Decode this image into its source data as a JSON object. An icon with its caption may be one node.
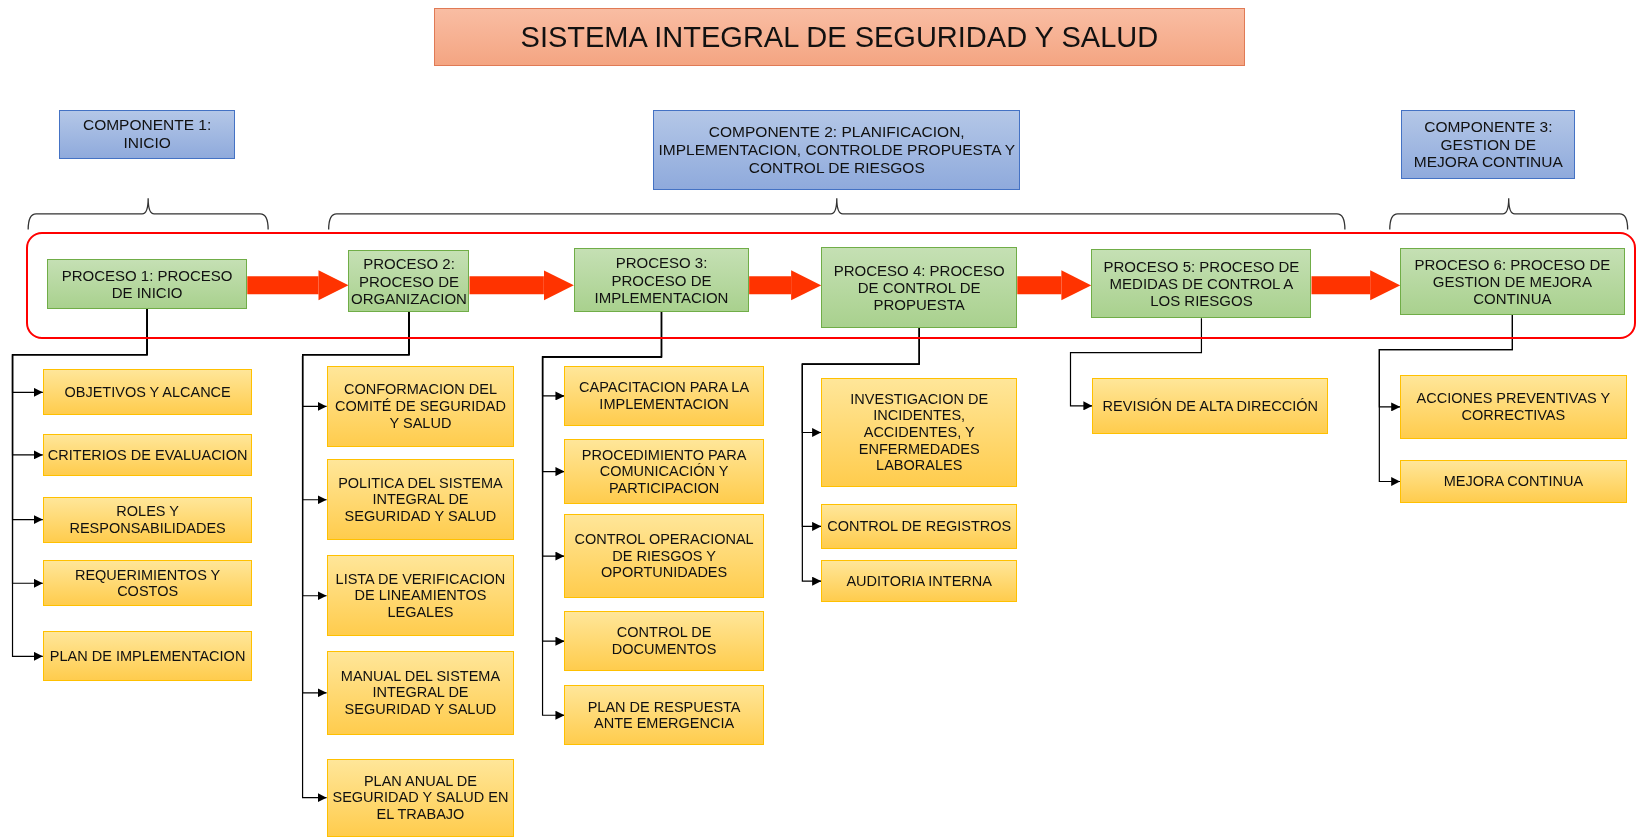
{
  "diagram": {
    "title": "SISTEMA INTEGRAL DE SEGURIDAD Y SALUD",
    "nodes": [
      {
        "text": [
          "COMPONENTE 1: INICIO"
        ]
      },
      {
        "text": [
          "COMPONENTE 2: PLANIFICACION, IMPLEMENTACION, CONTROLDE PROPUESTA Y CONTROL DE RIESGOS"
        ]
      },
      {
        "text": [
          "COMPONENTE 3: GESTION DE MEJORA CONTINUA"
        ]
      },
      {
        "text": [],
        "shape": "box"
      },
      {
        "text": [
          "PROCESO 1: PROCESO DE INICIO"
        ],
        "in": 3
      },
      {
        "text": [
          "PROCESO 2: PROCESO DE ORGANIZACION"
        ],
        "in": 3
      },
      {
        "text": [
          "PROCESO 3: PROCESO DE IMPLEMENTACION"
        ],
        "in": 3
      },
      {
        "text": [
          "PROCESO 4: PROCESO DE CONTROL DE PROPUESTA"
        ],
        "in": 3
      },
      {
        "text": [
          "PROCESO 5: PROCESO DE MEDIDAS DE CONTROL A LOS RIESGOS"
        ],
        "in": 3
      },
      {
        "text": [
          "PROCESO 6: PROCESO DE GESTION DE MEJORA CONTINUA"
        ],
        "in": 3
      },
      {
        "text": [
          "OBJETIVOS Y ALCANCE"
        ]
      },
      {
        "text": [
          "CRITERIOS DE EVALUACION"
        ]
      },
      {
        "text": [
          "ROLES Y RESPONSABILIDADES"
        ]
      },
      {
        "text": [
          "REQUERIMIENTOS Y COSTOS"
        ]
      },
      {
        "text": [
          "PLAN DE IMPLEMENTACION"
        ]
      },
      {
        "text": [
          "CONFORMACION DEL COMITÉ DE SEGURIDAD Y SALUD"
        ]
      },
      {
        "text": [
          "POLITICA DEL SISTEMA INTEGRAL DE SEGURIDAD Y SALUD"
        ]
      },
      {
        "text": [
          "LISTA DE VERIFICACION DE LINEAMIENTOS LEGALES"
        ]
      },
      {
        "text": [
          "MANUAL DEL SISTEMA INTEGRAL DE SEGURIDAD Y SALUD"
        ]
      },
      {
        "text": [
          "PLAN ANUAL DE SEGURIDAD Y SALUD EN EL TRABAJO"
        ]
      },
      {
        "text": [
          "CAPACITACION PARA LA IMPLEMENTACION"
        ]
      },
      {
        "text": [
          "PROCEDIMIENTO PARA COMUNICACIÓN Y PARTICIPACION"
        ]
      },
      {
        "text": [
          "CONTROL OPERACIONAL DE RIESGOS Y OPORTUNIDADES"
        ]
      },
      {
        "text": [
          "CONTROL DE DOCUMENTOS"
        ]
      },
      {
        "text": [
          "PLAN DE RESPUESTA ANTE EMERGENCIA"
        ]
      },
      {
        "text": [
          "INVESTIGACION DE INCIDENTES, ACCIDENTES, Y ENFERMEDADES LABORALES"
        ]
      },
      {
        "text": [
          "CONTROL DE REGISTROS"
        ]
      },
      {
        "text": [
          "AUDITORIA INTERNA"
        ]
      },
      {
        "text": [
          "REVISIÓN DE ALTA DIRECCIÓN"
        ]
      },
      {
        "text": [
          "ACCIONES PREVENTIVAS Y CORRECTIVAS"
        ]
      },
      {
        "text": [
          "MEJORA CONTINUA"
        ]
      }
    ],
    "edges": [
      {
        "from": 4,
        "to": 5,
        "arrow": "to",
        "style": "thick",
        "color": "#ff3300"
      },
      {
        "from": 5,
        "to": 6,
        "arrow": "to",
        "style": "thick",
        "color": "#ff3300"
      },
      {
        "from": 6,
        "to": 7,
        "arrow": "to",
        "style": "thick",
        "color": "#ff3300"
      },
      {
        "from": 7,
        "to": 8,
        "arrow": "to",
        "style": "thick",
        "color": "#ff3300"
      },
      {
        "from": 8,
        "to": 9,
        "arrow": "to",
        "style": "thick",
        "color": "#ff3300"
      },
      {
        "from": 4,
        "to": 10,
        "arrow": "to"
      },
      {
        "from": 4,
        "to": 11,
        "arrow": "to"
      },
      {
        "from": 4,
        "to": 12,
        "arrow": "to"
      },
      {
        "from": 4,
        "to": 13,
        "arrow": "to"
      },
      {
        "from": 4,
        "to": 14,
        "arrow": "to"
      },
      {
        "from": 5,
        "to": 15,
        "arrow": "to"
      },
      {
        "from": 5,
        "to": 16,
        "arrow": "to"
      },
      {
        "from": 5,
        "to": 17,
        "arrow": "to"
      },
      {
        "from": 5,
        "to": 18,
        "arrow": "to"
      },
      {
        "from": 5,
        "to": 19,
        "arrow": "to"
      },
      {
        "from": 6,
        "to": 20,
        "arrow": "to"
      },
      {
        "from": 6,
        "to": 21,
        "arrow": "to"
      },
      {
        "from": 6,
        "to": 22,
        "arrow": "to"
      },
      {
        "from": 6,
        "to": 23,
        "arrow": "to"
      },
      {
        "from": 6,
        "to": 24,
        "arrow": "to"
      },
      {
        "from": 7,
        "to": 25,
        "arrow": "to"
      },
      {
        "from": 7,
        "to": 26,
        "arrow": "to"
      },
      {
        "from": 7,
        "to": 27,
        "arrow": "to"
      },
      {
        "from": 8,
        "to": 28,
        "arrow": "to"
      },
      {
        "from": 9,
        "to": 29,
        "arrow": "to"
      },
      {
        "from": 9,
        "to": 30,
        "arrow": "to"
      }
    ]
  }
}
